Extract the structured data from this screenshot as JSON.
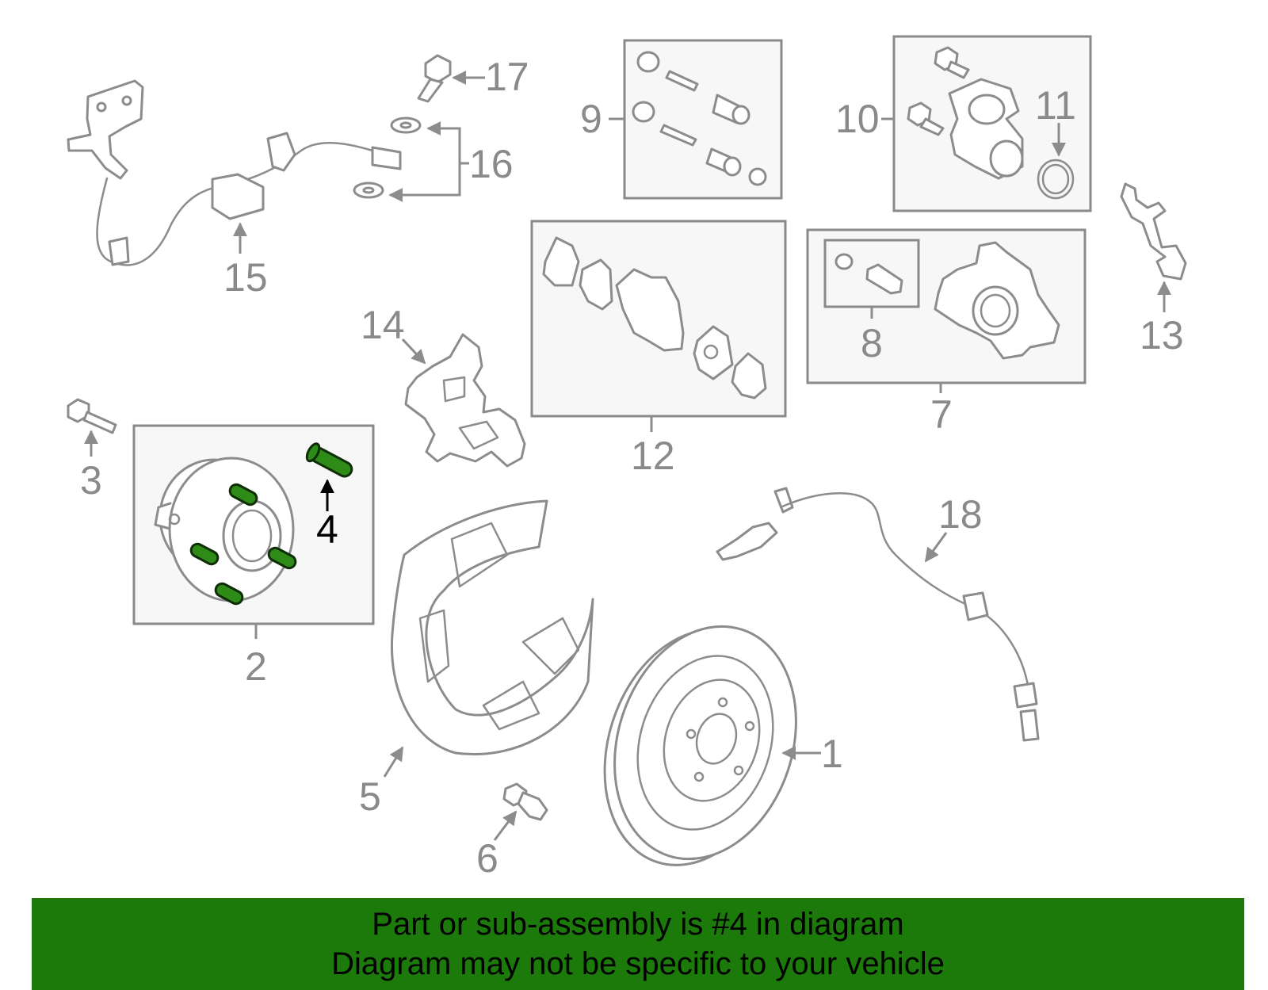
{
  "callouts": {
    "c1": "1",
    "c2": "2",
    "c3": "3",
    "c4": "4",
    "c5": "5",
    "c6": "6",
    "c7": "7",
    "c8": "8",
    "c9": "9",
    "c10": "10",
    "c11": "11",
    "c12": "12",
    "c13": "13",
    "c14": "14",
    "c15": "15",
    "c16": "16",
    "c17": "17",
    "c18": "18"
  },
  "highlight": {
    "part": "4",
    "color": "#2e8b17"
  },
  "banner": {
    "line1": "Part or sub-assembly is #4 in diagram",
    "line2": "Diagram may not be specific to your vehicle",
    "color": "#1b7a0a"
  }
}
